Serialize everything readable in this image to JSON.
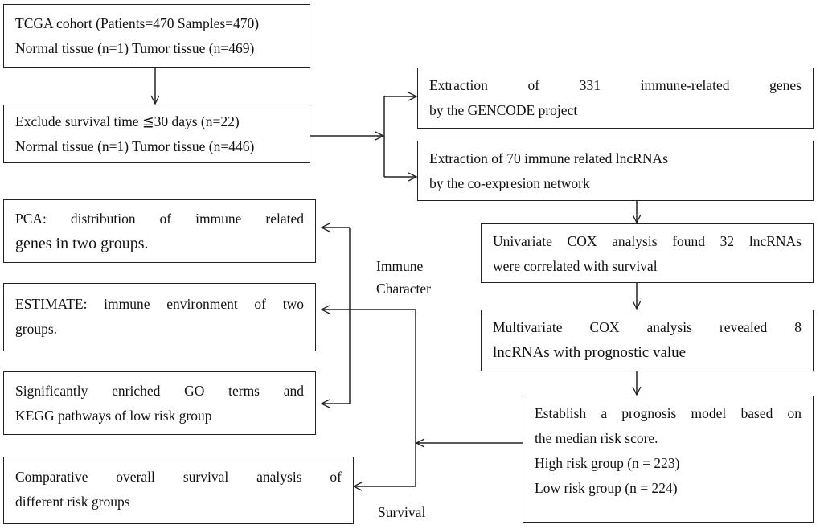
{
  "boxes": {
    "tcga": [
      "TCGA cohort (Patients=470  Samples=470)",
      "Normal tissue (n=1)    Tumor tissue (n=469)"
    ],
    "exclude": [
      "Exclude survival time  ≦30 days (n=22)",
      "Normal tissue (n=1)    Tumor tissue (n=446)"
    ],
    "genes": [
      "Extraction of 331 immune-related genes",
      "by the GENCODE project"
    ],
    "lncrnas": [
      "Extraction of 70 immune related lncRNAs",
      "by the co-expresion network"
    ],
    "univariate": [
      "Univariate COX analysis found 32 lncRNAs",
      "were correlated with survival"
    ],
    "multivariate": [
      "Multivariate COX analysis revealed 8",
      "lncRNAs with prognostic value"
    ],
    "model": [
      "Establish a prognosis model based on",
      "the median risk score.",
      "High risk group (n = 223)",
      "Low risk group (n = 224)"
    ],
    "pca": [
      "PCA: distribution of immune related",
      "genes in two groups."
    ],
    "estimate": [
      "ESTIMATE: immune environment of two",
      "groups."
    ],
    "go": [
      "Significantly enriched GO terms and",
      "KEGG pathways of low risk group"
    ],
    "survival": [
      "Comparative overall survival analysis of",
      "different risk groups"
    ]
  },
  "labels": {
    "immune": "Immune",
    "character": "Character",
    "survival": "Survival"
  }
}
